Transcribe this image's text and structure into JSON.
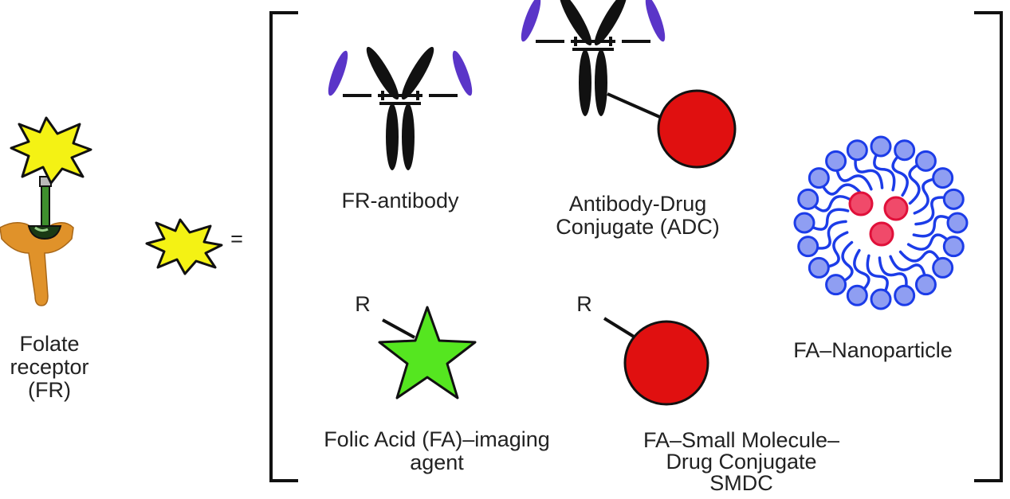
{
  "receptor": {
    "label_lines": [
      "Folate",
      "receptor",
      "(FR)"
    ]
  },
  "equals_sign": "=",
  "items": {
    "fr_antibody": {
      "label_lines": [
        "FR-antibody"
      ]
    },
    "adc": {
      "label_lines": [
        "Antibody-Drug",
        "Conjugate (ADC)"
      ]
    },
    "nanoparticle": {
      "label_lines": [
        "FA–Nanoparticle"
      ]
    },
    "imaging_agent": {
      "r_label": "R",
      "label_lines": [
        "Folic Acid (FA)–imaging",
        "agent"
      ]
    },
    "smdc": {
      "r_label": "R",
      "label_lines": [
        "FA–Small Molecule–",
        "Drug Conjugate",
        "SMDC"
      ]
    }
  },
  "colors": {
    "receptor": "#e0922a",
    "ligand_stem": "#3f8f2e",
    "burst": "#f4f214",
    "antibody": "#111111",
    "antibody_tips": "#5a35c8",
    "drug": "#e01010",
    "imaging_star": "#55e620",
    "nanoparticle_shell": "#1c3ce8",
    "nanoparticle_core": "#f04a6a"
  },
  "icons": [
    "starburst-icon",
    "antibody-icon",
    "star-icon",
    "nanoparticle-icon"
  ]
}
